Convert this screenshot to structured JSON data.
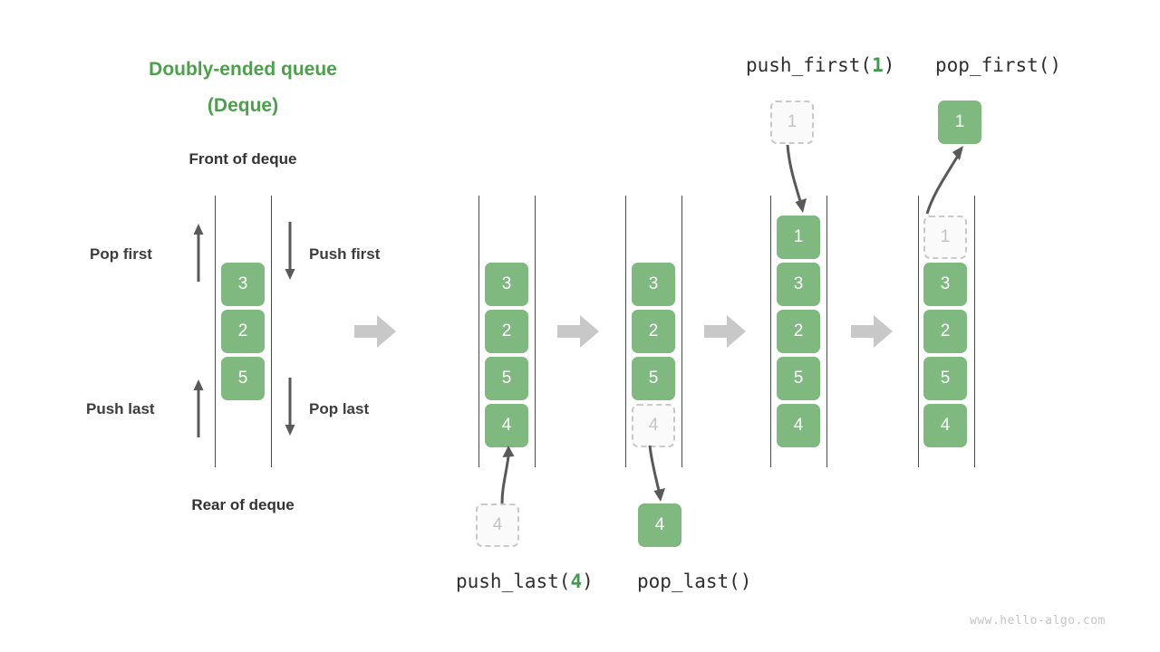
{
  "title": {
    "line1": "Doubly-ended queue",
    "line2": "(Deque)"
  },
  "labels": {
    "front": "Front of deque",
    "rear": "Rear of deque",
    "pop_first": "Pop first",
    "push_first": "Push first",
    "push_last": "Push last",
    "pop_last": "Pop last"
  },
  "operations": {
    "push_last": {
      "name": "push_last(",
      "arg": "4",
      "close": ")"
    },
    "pop_last": {
      "name": "pop_last()",
      "arg": "",
      "close": ""
    },
    "push_first": {
      "name": "push_first(",
      "arg": "1",
      "close": ")"
    },
    "pop_first": {
      "name": "pop_first()",
      "arg": "",
      "close": ""
    }
  },
  "panels": [
    {
      "id": "initial",
      "cells": [
        "3",
        "2",
        "5"
      ],
      "ghost_index": -1
    },
    {
      "id": "after-push-last",
      "cells": [
        "3",
        "2",
        "5",
        "4"
      ],
      "ghost_index": -1,
      "incoming": "4"
    },
    {
      "id": "after-pop-last",
      "cells": [
        "3",
        "2",
        "5",
        "4"
      ],
      "ghost_index": 3,
      "outgoing": "4"
    },
    {
      "id": "after-push-first",
      "cells": [
        "1",
        "3",
        "2",
        "5",
        "4"
      ],
      "ghost_index": -1,
      "incoming": "1"
    },
    {
      "id": "after-pop-first",
      "cells": [
        "1",
        "3",
        "2",
        "5",
        "4"
      ],
      "ghost_index": 0,
      "outgoing": "1"
    }
  ],
  "colors": {
    "accent_green": "#4CA04C",
    "cell_green": "#7FB97F",
    "arrow_gray": "#595959",
    "block_arrow_gray": "#C8C8C8",
    "ghost_border": "#C9C9C9",
    "rail": "#4A4A4A"
  },
  "watermark": "www.hello-algo.com"
}
